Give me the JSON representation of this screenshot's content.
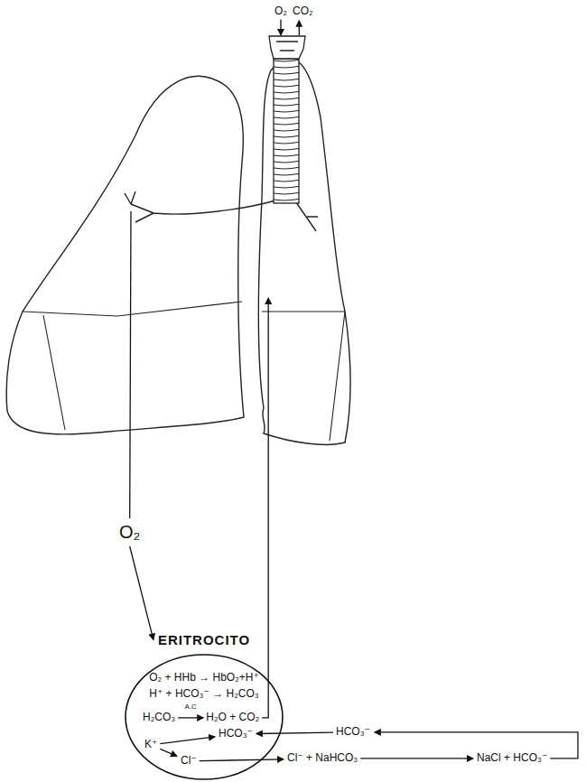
{
  "diagram": {
    "nodes": [
      {
        "text": [
          "ERITROCITO",
          "O₂ + HHb → HbO₂+H⁺",
          "H⁺ + HCO₃⁻ → H₂CO₃",
          "H₂CO₃",
          "A.C",
          "H₂O + CO₂",
          "HCO₃⁻",
          "K⁺",
          "Cl⁻"
        ]
      }
    ],
    "labels": [
      "O₂",
      "CO₂",
      "O₂",
      "HCO₃⁻",
      "Cl⁻ + NaHCO₃",
      "NaCl + HCO₃⁻"
    ]
  }
}
